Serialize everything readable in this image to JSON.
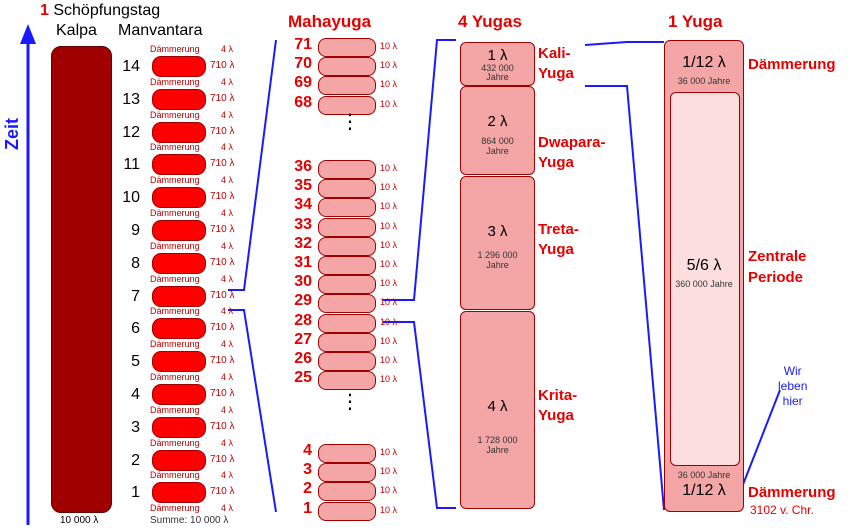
{
  "kalpa": {
    "title_num": "1",
    "title_text": "Schöpfungstag",
    "label": "Kalpa",
    "bottom_value": "10 000 λ"
  },
  "time_axis": {
    "label": "Zeit"
  },
  "manvantara": {
    "label": "Manvantara",
    "numbers": [
      "14",
      "13",
      "12",
      "11",
      "10",
      "9",
      "8",
      "7",
      "6",
      "5",
      "4",
      "3",
      "2",
      "1"
    ],
    "pill_value": "710 λ",
    "twilight_label": "Dämmerung",
    "twilight_value": "4 λ",
    "sum_label": "Summe:",
    "sum_value": "10 000 λ"
  },
  "mahayuga": {
    "label": "Mahayuga",
    "top_numbers": [
      "71",
      "70",
      "69",
      "68"
    ],
    "middle_numbers": [
      "36",
      "35",
      "34",
      "33",
      "32",
      "31",
      "30",
      "29",
      "28",
      "27",
      "26",
      "25"
    ],
    "bottom_numbers": [
      "4",
      "3",
      "2",
      "1"
    ],
    "pill_value": "10 λ",
    "ellipsis": "⋮"
  },
  "yugas": {
    "label": "4 Yugas",
    "items": [
      {
        "factor": "1 λ",
        "years": "432 000",
        "unit": "Jahre",
        "name1": "Kali-",
        "name2": "Yuga"
      },
      {
        "factor": "2 λ",
        "years": "864 000",
        "unit": "Jahre",
        "name1": "Dwapara-",
        "name2": "Yuga"
      },
      {
        "factor": "3 λ",
        "years": "1 296 000",
        "unit": "Jahre",
        "name1": "Treta-",
        "name2": "Yuga"
      },
      {
        "factor": "4 λ",
        "years": "1 728 000",
        "unit": "Jahre",
        "name1": "Krita-",
        "name2": "Yuga"
      }
    ]
  },
  "one_yuga": {
    "label": "1 Yuga",
    "top_factor": "1/12 λ",
    "top_years": "36 000 Jahre",
    "top_label": "Dämmerung",
    "central_factor": "5/6 λ",
    "central_years": "360 000 Jahre",
    "central_label1": "Zentrale",
    "central_label2": "Periode",
    "bottom_years": "36 000 Jahre",
    "bottom_factor": "1/12 λ",
    "bottom_label": "Dämmerung",
    "bottom_date": "3102 v. Chr.",
    "note1": "Wir",
    "note2": "leben",
    "note3": "hier"
  },
  "colors": {
    "kalpa": "#a00000",
    "manvantara": "#ff0000",
    "pill": "#f4a6a6",
    "connector": "#1a1aff",
    "title": "#e60000"
  }
}
